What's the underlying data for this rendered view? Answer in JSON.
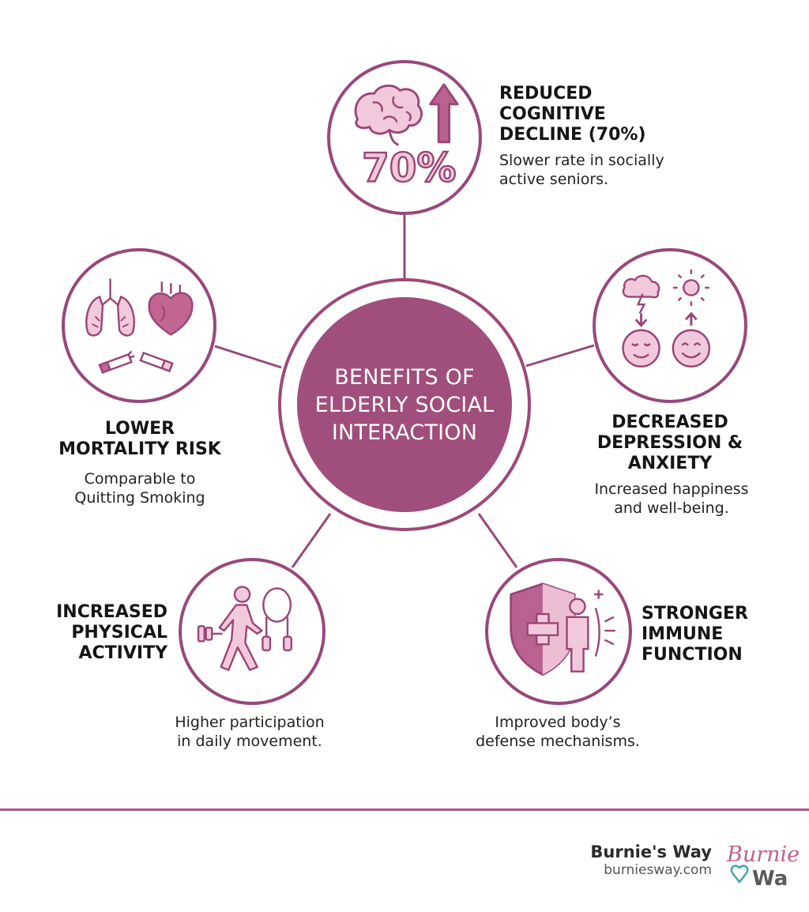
{
  "title": "BENEFITS OF\nELDERLY SOCIAL\nINTERACTION",
  "benefits": [
    {
      "heading": "REDUCED\nCOGNITIVE\nDECLINE (70%)",
      "description": "Slower rate in socially\nactive seniors.",
      "badge": "70%",
      "icons": [
        "brain-icon",
        "up-arrow-icon"
      ]
    },
    {
      "heading": "DECREASED\nDEPRESSION &\nANXIETY",
      "description": "Increased happiness\nand well-being.",
      "icons": [
        "storm-cloud-icon",
        "sun-icon",
        "calm-face-icon",
        "smiling-face-icon"
      ]
    },
    {
      "heading": "STRONGER\nIMMUNE\nFUNCTION",
      "description": "Improved body’s\ndefense mechanisms.",
      "icons": [
        "shield-icon",
        "person-icon"
      ]
    },
    {
      "heading": "INCREASED\nPHYSICAL\nACTIVITY",
      "description": "Higher participation\nin daily movement.",
      "icons": [
        "dumbbell-icon",
        "walking-person-icon",
        "jump-rope-icon"
      ]
    },
    {
      "heading": "LOWER\nMORTALITY RISK",
      "description": "Comparable to\nQuitting Smoking",
      "icons": [
        "lungs-icon",
        "heart-icon",
        "broken-cigarette-icon"
      ]
    }
  ],
  "footer": {
    "brand": "Burnie's Way",
    "url": "burniesway.com",
    "logo_text": [
      "Burnie",
      "Wa"
    ]
  },
  "colors": {
    "primary": "#a04e7c",
    "ring": "#98487a",
    "icon_fill": "#f2c9dc",
    "icon_stroke": "#9a4577"
  }
}
